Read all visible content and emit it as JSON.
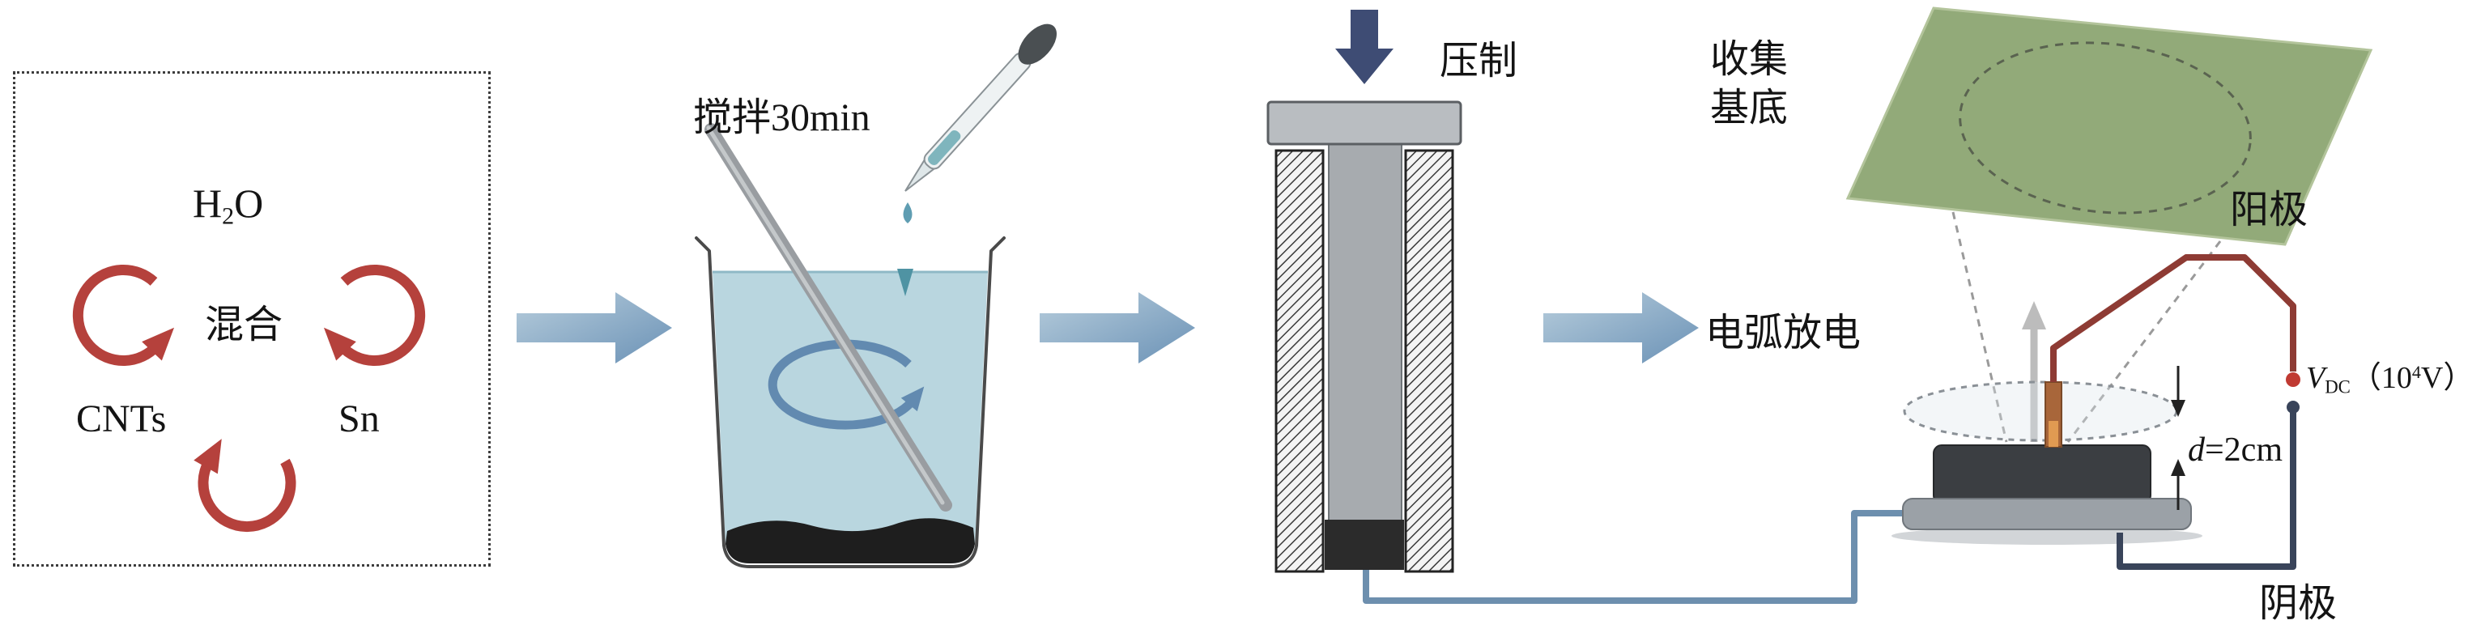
{
  "colors": {
    "flow_arrow_blue": "#6b92b6",
    "mixing_arrow_red": "#b5413c",
    "press_arrow_navy": "#3e4c74",
    "anode_wire_red": "#8e3b34",
    "cathode_wire_dark": "#39445a",
    "substrate_green": "#92aa79",
    "beaker_liquid_blue": "#b9d6df",
    "hatch_black": "#3a3a3a"
  },
  "mixing_box": {
    "water": {
      "base": "H",
      "sub": "2",
      "rest": "O"
    },
    "mix": "混合",
    "cnts": "CNTs",
    "sn": "Sn"
  },
  "beaker": {
    "stir_label": "搅拌30min"
  },
  "press": {
    "label": "压制"
  },
  "arc": {
    "substrate_line1": "收集",
    "substrate_line2": "基底",
    "discharge": "电弧放电",
    "anode": "阳极",
    "cathode": "阴极",
    "gap": {
      "d": "d",
      "value": "=2cm"
    },
    "vdc": {
      "symbol": "V",
      "sub": "DC",
      "open": "（10",
      "sup": "4",
      "close": "V）"
    }
  }
}
